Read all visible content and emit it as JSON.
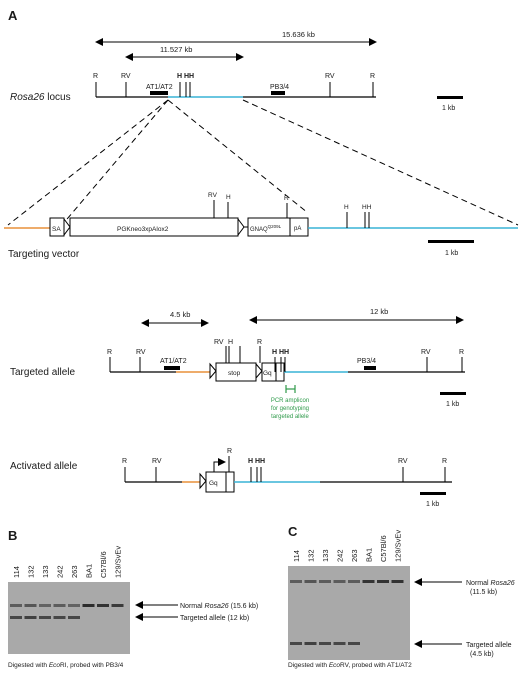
{
  "panel_labels": {
    "a": "A",
    "b": "B",
    "c": "C"
  },
  "colors": {
    "orange": "#e8913a",
    "cyan": "#39b4d6",
    "green": "#2e9a4a",
    "blot_bg": "#a9a9a9"
  },
  "rosa_locus": {
    "label_italic": "Rosa26",
    "label_rest": " locus",
    "span_long": "15.636 kb",
    "span_short": "11.527 kb",
    "sites": [
      "R",
      "RV",
      "H",
      "HH",
      "RV",
      "R"
    ],
    "probe_left": "AT1/AT2",
    "probe_right": "PB3/4",
    "scale": "1 kb"
  },
  "targeting_vector": {
    "label": "Targeting vector",
    "sa": "SA",
    "neo": "PGKneo3xpAlox2",
    "gnaq_base": "GNAQ",
    "gnaq_sup": "Q209L",
    "pa": "pA",
    "sites_left": [
      "RV",
      "H"
    ],
    "site_mid": "R",
    "sites_right": [
      "H",
      "HH"
    ],
    "scale": "1 kb"
  },
  "targeted_allele": {
    "label": "Targeted allele",
    "span_left": "4.5 kb",
    "span_right": "12 kb",
    "sites": [
      "R",
      "RV",
      "RV",
      "H",
      "R",
      "H",
      "HH",
      "RV",
      "R"
    ],
    "probe_left": "AT1/AT2",
    "probe_right": "PB3/4",
    "stop": "stop",
    "gq": "Gq",
    "pcr_lines": [
      "PCR amplicon",
      "for genotyping",
      "targeted allele"
    ],
    "scale": "1 kb"
  },
  "activated_allele": {
    "label": "Activated allele",
    "sites": [
      "R",
      "RV",
      "R",
      "H",
      "HH",
      "RV",
      "R"
    ],
    "gq": "Gq",
    "scale": "1 kb"
  },
  "blot_b": {
    "lanes": [
      "114",
      "132",
      "133",
      "242",
      "263",
      "BA1",
      "C57Bl/6",
      "129/SvEv"
    ],
    "band_top_pre": "Normal ",
    "band_top_italic": "Rosa26",
    "band_top_post": " (15.6 kb)",
    "band_bottom": "Targeted allele (12 kb)",
    "caption_pre": "Digested with ",
    "caption_italic": "Eco",
    "caption_post": "RI, probed with PB3/4",
    "upper_band": [
      0.55,
      0.6,
      0.5,
      0.55,
      0.5,
      0.9,
      0.85,
      0.8
    ],
    "lower_band": [
      0.7,
      0.75,
      0.7,
      0.7,
      0.7,
      0,
      0,
      0
    ]
  },
  "blot_c": {
    "lanes": [
      "114",
      "132",
      "133",
      "242",
      "263",
      "BA1",
      "C57Bl/6",
      "129/SvEv"
    ],
    "band_top_pre": "Normal ",
    "band_top_italic": "Rosa26",
    "band_top_sub": "(11.5 kb)",
    "band_bottom_1": "Targeted allele",
    "band_bottom_2": "(4.5 kb)",
    "caption_pre": "Digested with ",
    "caption_italic": "Eco",
    "caption_post": "RV, probed with AT1/AT2",
    "upper_band": [
      0.55,
      0.6,
      0.55,
      0.55,
      0.55,
      0.85,
      0.85,
      0.85
    ],
    "lower_band": [
      0.7,
      0.75,
      0.7,
      0.7,
      0.7,
      0,
      0,
      0
    ]
  }
}
